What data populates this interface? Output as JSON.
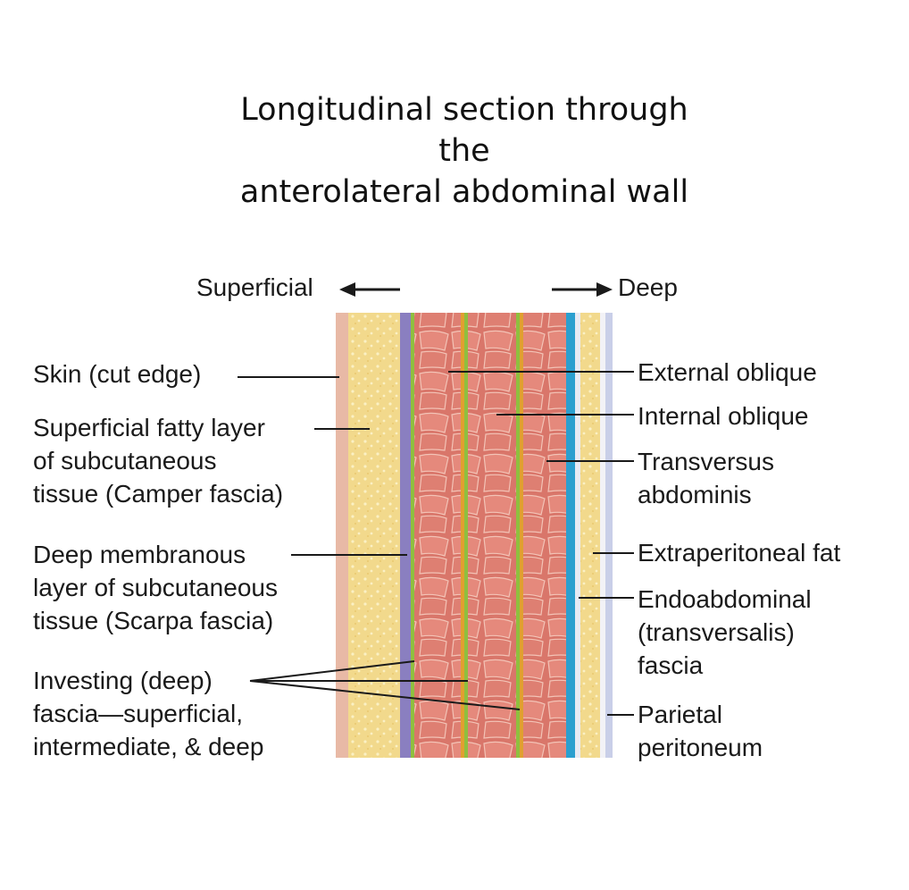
{
  "title": {
    "line1": "Longitudinal section through",
    "line2": "the",
    "line3": "anterolateral abdominal wall"
  },
  "directions": {
    "superficial": "Superficial",
    "deep": "Deep"
  },
  "left_labels": {
    "skin": "Skin (cut edge)",
    "camper_1": "Superficial fatty layer",
    "camper_2": "of subcutaneous",
    "camper_3": "tissue (Camper fascia)",
    "scarpa_1": "Deep membranous",
    "scarpa_2": "layer of subcutaneous",
    "scarpa_3": "tissue (Scarpa fascia)",
    "investing_1": "Investing (deep)",
    "investing_2": "fascia—superficial,",
    "investing_3": "intermediate, & deep"
  },
  "right_labels": {
    "external_oblique": "External oblique",
    "internal_oblique": "Internal oblique",
    "transversus_1": "Transversus",
    "transversus_2": "abdominis",
    "extraperitoneal": "Extraperitoneal fat",
    "endo_1": "Endoabdominal",
    "endo_2": "(transversalis)",
    "endo_3": "fascia",
    "parietal_1": "Parietal",
    "parietal_2": "peritoneum"
  },
  "colors": {
    "skin": "#e8b9a6",
    "fat": "#f2d98c",
    "scarpa": "#8a7fc0",
    "fascia_green": "#8fbf3f",
    "muscle": "#d9766a",
    "fascia_orange": "#e0a030",
    "transversalis": "#2b9fcf",
    "peritoneum": "#c9cfe8",
    "leader": "#1a1a1a"
  }
}
